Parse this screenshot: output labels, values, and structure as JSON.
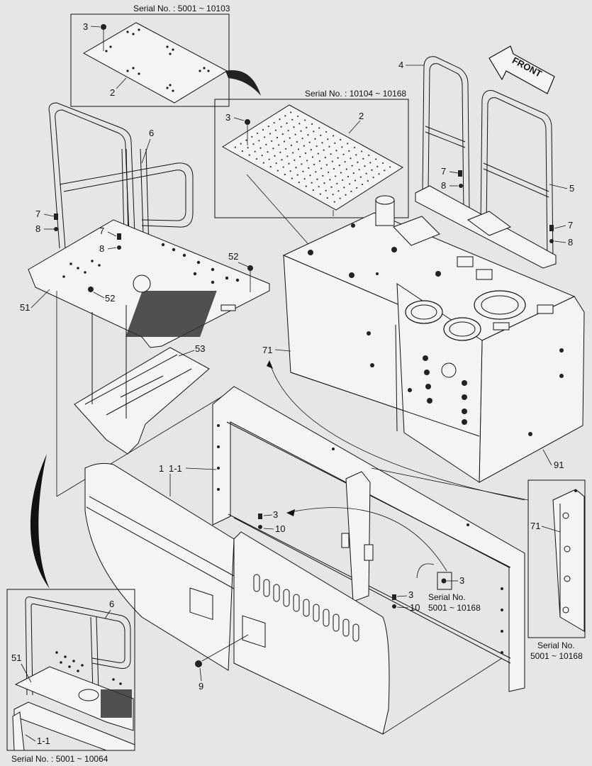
{
  "colors": {
    "background": "#e6e6e6",
    "line": "#111111",
    "surface": "#f4f4f4"
  },
  "arrow_label": "FRONT",
  "inset_top": {
    "serial": "Serial No. : 5001 ~ 10103",
    "bolt": "3",
    "plate": "2"
  },
  "inset_mid": {
    "serial": "Serial No. : 10104 ~ 10168",
    "bolt": "3",
    "plate": "2"
  },
  "inset_bottom_left": {
    "serial": "Serial No. : 5001 ~ 10064",
    "rail": "6",
    "platform": "51",
    "frame": "1-1"
  },
  "inset_right": {
    "serial_line1": "Serial No.",
    "serial_line2": "5001 ~ 10168",
    "tank": "71"
  },
  "callout_mid": {
    "part": "3",
    "serial_line1": "Serial No.",
    "serial_line2": "5001 ~ 10168"
  },
  "labels": {
    "l4": "4",
    "l5": "5",
    "l6": "6",
    "l7a": "7",
    "l8a": "8",
    "l7b": "7",
    "l8b": "8",
    "l7c": "7",
    "l8c": "8",
    "l7d": "7",
    "l8d": "8",
    "l52a": "52",
    "l52b": "52",
    "l51": "51",
    "l53": "53",
    "l71": "71",
    "l91": "91",
    "l1": "1",
    "l1_1": "1-1",
    "l3a": "3",
    "l10a": "10",
    "l3b": "3",
    "l10b": "10",
    "l9": "9"
  }
}
